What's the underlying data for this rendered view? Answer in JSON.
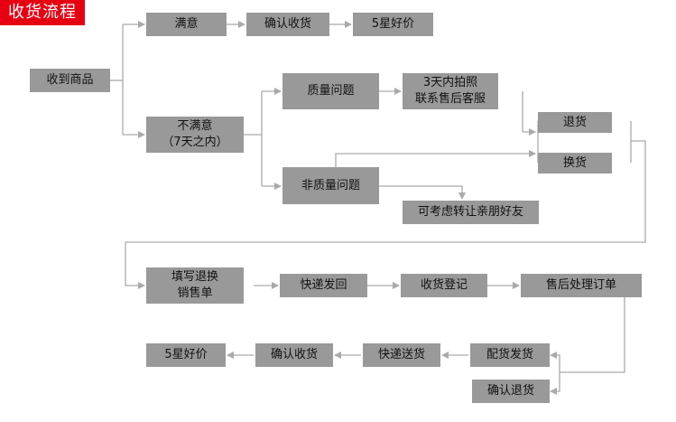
{
  "title": "收货流程",
  "nodes": {
    "received": "收到商品",
    "satisfied": "满意",
    "confirm_top": "确认收货",
    "rating_top": "5星好价",
    "unsatisfied_1": "不满意",
    "unsatisfied_2": "（7天之内）",
    "quality": "质量问题",
    "photo_1": "3天内拍照",
    "photo_2": "联系售后客服",
    "nonquality": "非质量问题",
    "transfer": "可考虑转让亲朋好友",
    "return": "退货",
    "exchange": "换货",
    "fill_form_1": "填写退换",
    "fill_form_2": "销售单",
    "express_back": "快递发回",
    "register": "收货登记",
    "after_sales": "售后处理订单",
    "prepare": "配货发货",
    "confirm_return": "确认退货",
    "express_send": "快递送货",
    "confirm_bottom": "确认收货",
    "rating_bottom": "5星好价"
  },
  "colors": {
    "banner": "#e60012",
    "node": "#999999",
    "line": "#aaaaaa"
  }
}
